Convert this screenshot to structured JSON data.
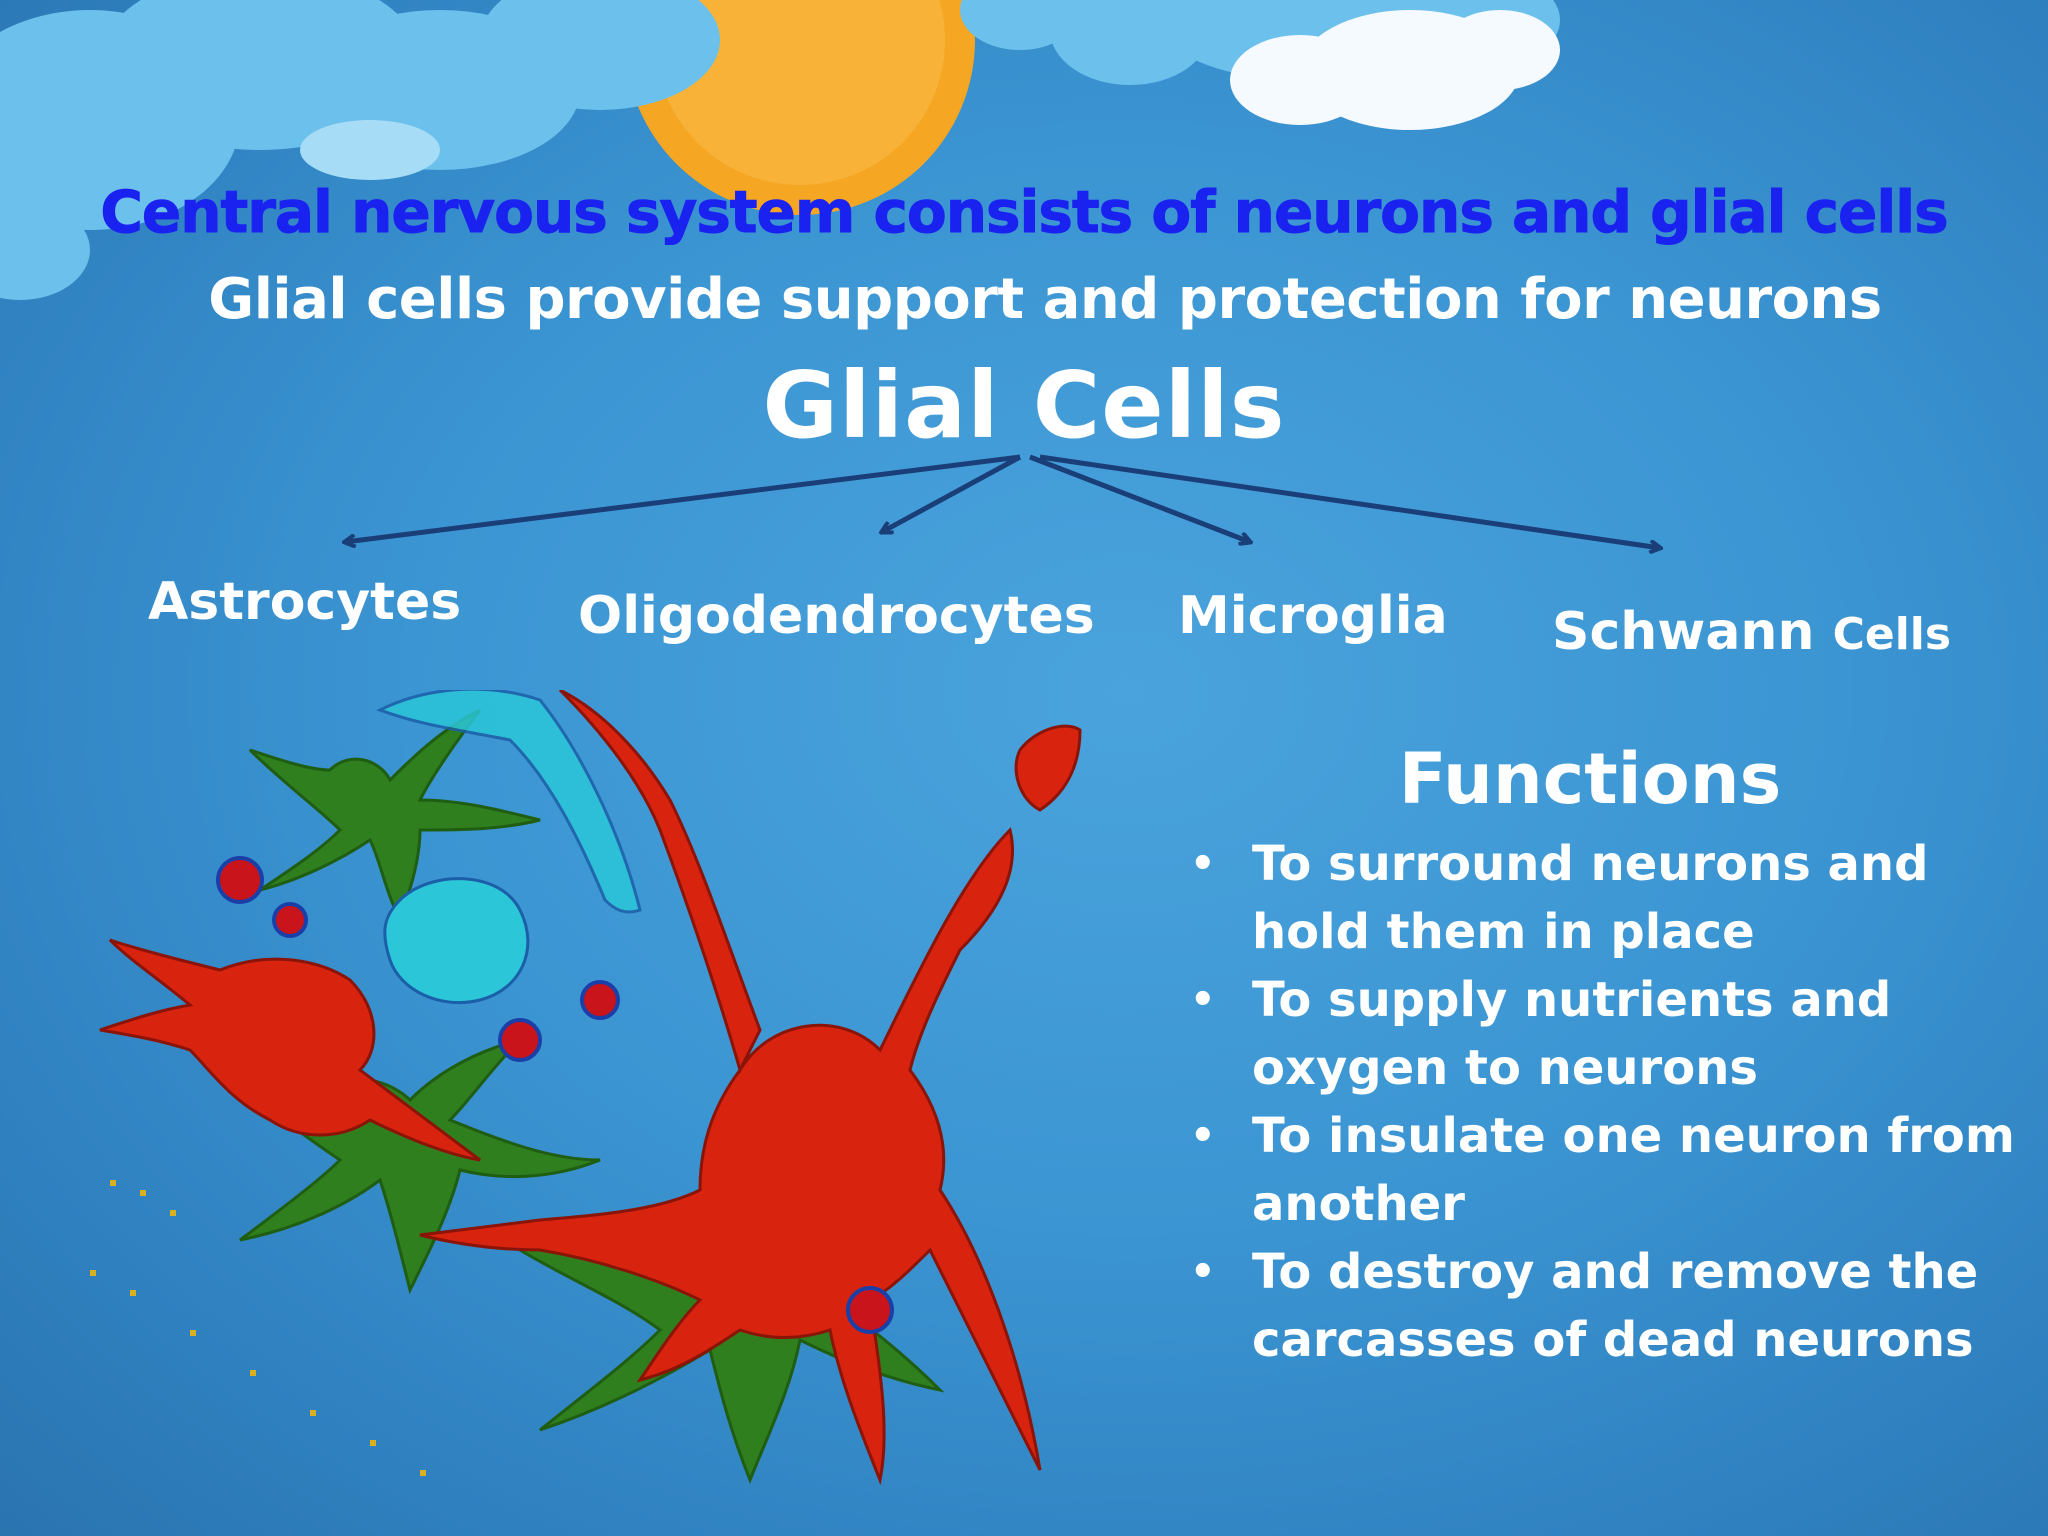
{
  "headline": "Central nervous system consists of neurons and glial cells",
  "subtitle": "Glial cells provide support and protection for neurons",
  "diagram": {
    "title": "Glial Cells",
    "types": [
      {
        "label": "Astrocytes"
      },
      {
        "label": "Oligodendrocytes"
      },
      {
        "label": "Microglia"
      },
      {
        "label_main": "Schwann",
        "label_small": "Cells"
      }
    ]
  },
  "functions": {
    "title": "Functions",
    "items": [
      "To surround neurons and hold them in place",
      "To supply nutrients and oxygen to neurons",
      "To insulate one neuron from another",
      "To destroy and remove the carcasses of dead neurons"
    ]
  },
  "colors": {
    "background": "#3b95d2",
    "headline": "#1a22f0",
    "text": "#ffffff",
    "arrow": "#1a3e78",
    "sun": "#f5a623",
    "cloud": "#6cc0ec",
    "neuron_red": "#d8230f",
    "astrocyte_green": "#2f7f1e",
    "oligodendrocyte_cyan": "#2bc6d8"
  },
  "icons": [
    "sun-icon",
    "cloud-icon",
    "arrow-icon",
    "glial-cells-illustration"
  ]
}
